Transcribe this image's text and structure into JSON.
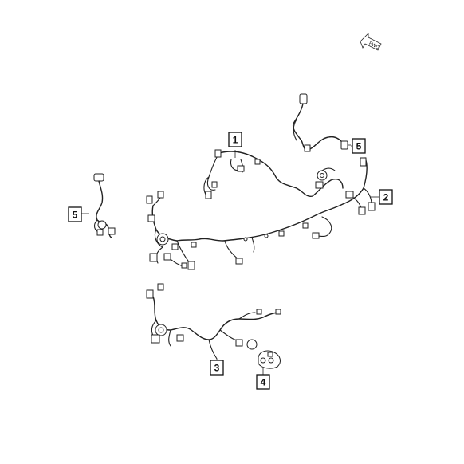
{
  "callouts": [
    {
      "id": "1",
      "label": "1"
    },
    {
      "id": "2",
      "label": "2"
    },
    {
      "id": "3",
      "label": "3"
    },
    {
      "id": "4",
      "label": "4"
    },
    {
      "id": "5a",
      "label": "5"
    },
    {
      "id": "5b",
      "label": "5"
    }
  ],
  "orientation_arrow": {
    "label": "FWD"
  }
}
